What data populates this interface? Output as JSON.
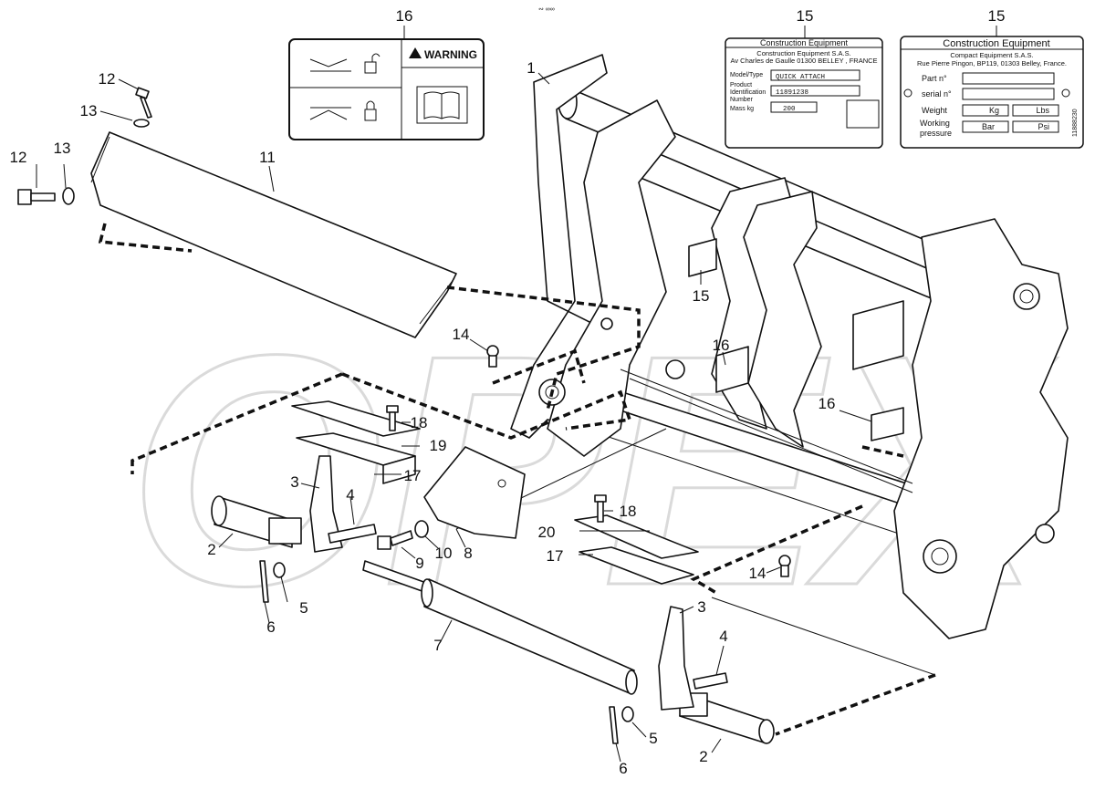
{
  "watermark": "OPEX",
  "doc_ref": "11888230",
  "top_mark": "∾ ∞∞",
  "callouts": [
    {
      "num": "1"
    },
    {
      "num": "2"
    },
    {
      "num": "2"
    },
    {
      "num": "3"
    },
    {
      "num": "3"
    },
    {
      "num": "4"
    },
    {
      "num": "4"
    },
    {
      "num": "5"
    },
    {
      "num": "5"
    },
    {
      "num": "6"
    },
    {
      "num": "6"
    },
    {
      "num": "7"
    },
    {
      "num": "8"
    },
    {
      "num": "9"
    },
    {
      "num": "10"
    },
    {
      "num": "11"
    },
    {
      "num": "12"
    },
    {
      "num": "12"
    },
    {
      "num": "13"
    },
    {
      "num": "13"
    },
    {
      "num": "14"
    },
    {
      "num": "14"
    },
    {
      "num": "15"
    },
    {
      "num": "15"
    },
    {
      "num": "15"
    },
    {
      "num": "16"
    },
    {
      "num": "16"
    },
    {
      "num": "16"
    },
    {
      "num": "17"
    },
    {
      "num": "17"
    },
    {
      "num": "18"
    },
    {
      "num": "18"
    },
    {
      "num": "19"
    },
    {
      "num": "20"
    }
  ],
  "warning_decal": {
    "title": "WARNING"
  },
  "plate_a": {
    "header": "Construction Equipment",
    "company": "Construction Equipment S.A.S.",
    "address": "Av Charles de Gaulle 01300 BELLEY , FRANCE",
    "model_label": "Model/Type",
    "model_value": "QUICK ATTACH",
    "pid_label_1": "Product",
    "pid_label_2": "Identification",
    "pid_label_3": "Number",
    "pid_value": "11891238",
    "mass_label": "Mass kg",
    "mass_value": "200"
  },
  "plate_b": {
    "header": "Construction Equipment",
    "company": "Compact Equipment S.A.S.",
    "address": "Rue Pierre Pingon, BP119, 01303 Belley, France.",
    "part_label": "Part n°",
    "serial_label": "serial n°",
    "weight_label": "Weight",
    "unit_kg": "Kg",
    "unit_lbs": "Lbs",
    "working_label_1": "Working",
    "working_label_2": "pressure",
    "unit_bar": "Bar",
    "unit_psi": "Psi"
  }
}
